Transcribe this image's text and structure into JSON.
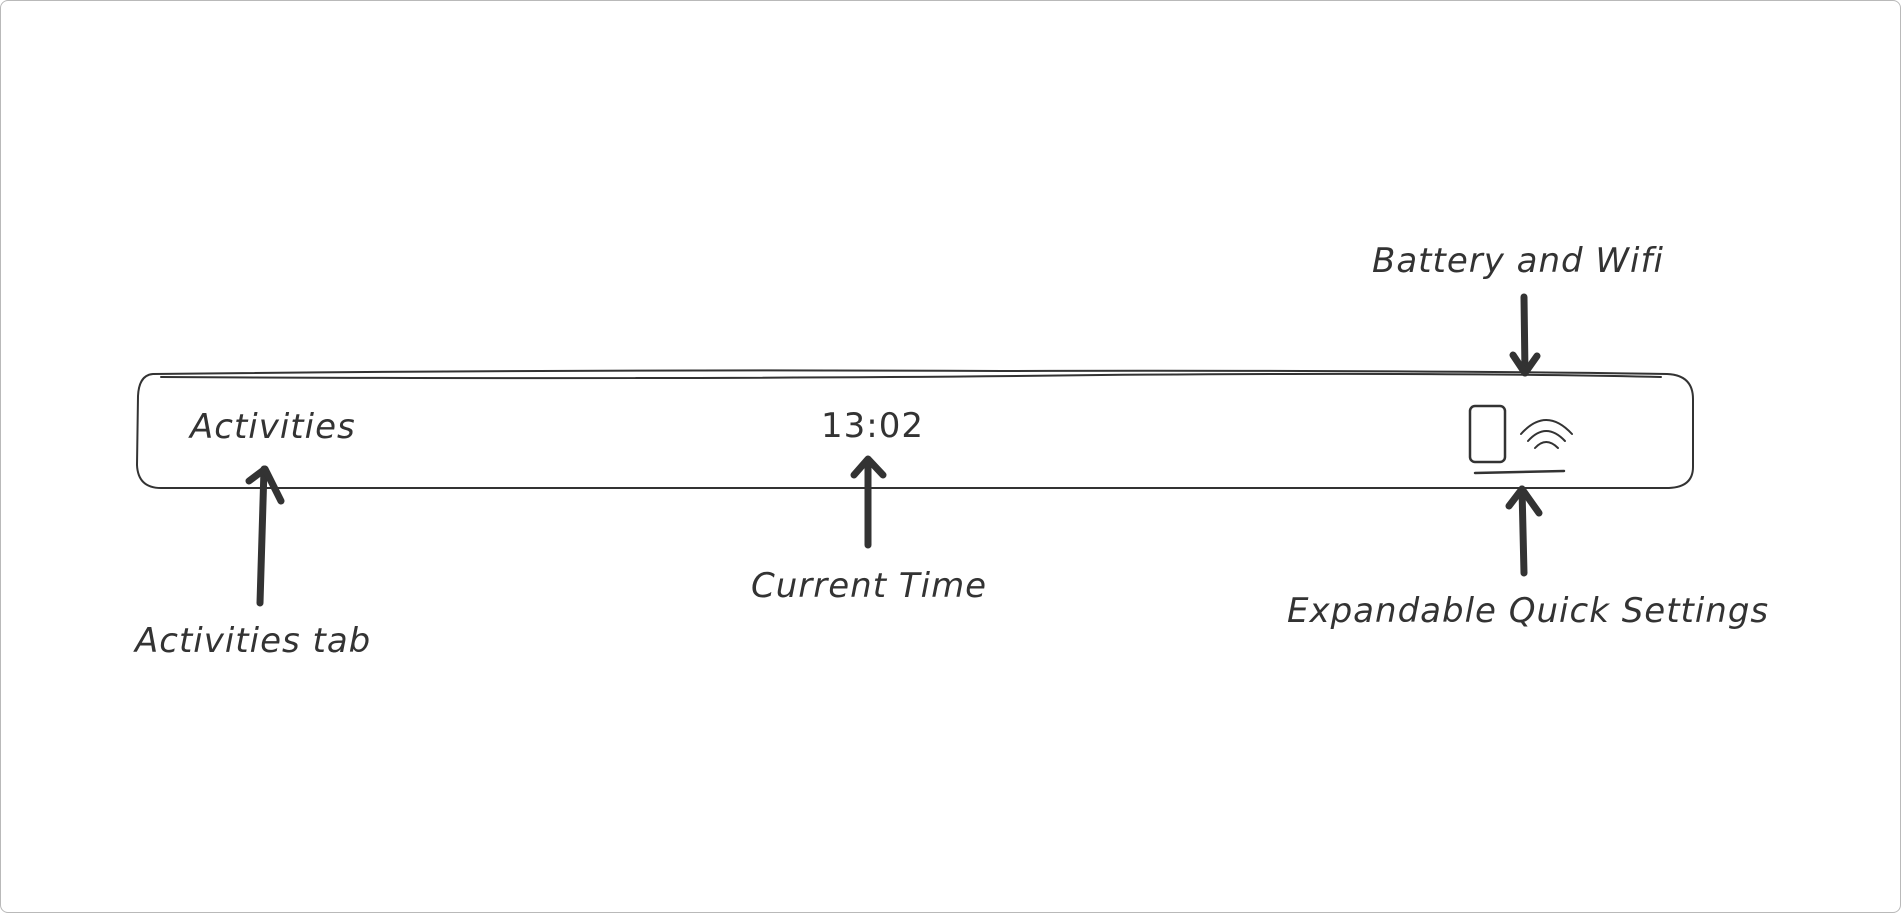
{
  "top_bar": {
    "activities_label": "Activities",
    "clock": "13:02",
    "status_icons": [
      "battery-icon",
      "wifi-icon"
    ]
  },
  "annotations": {
    "battery_wifi": "Battery and Wifi",
    "activities_tab": "Activities tab",
    "current_time": "Current Time",
    "quick_settings": "Expandable Quick Settings"
  },
  "colors": {
    "ink": "#333333",
    "background": "#ffffff",
    "frame": "#b9b9b9"
  }
}
